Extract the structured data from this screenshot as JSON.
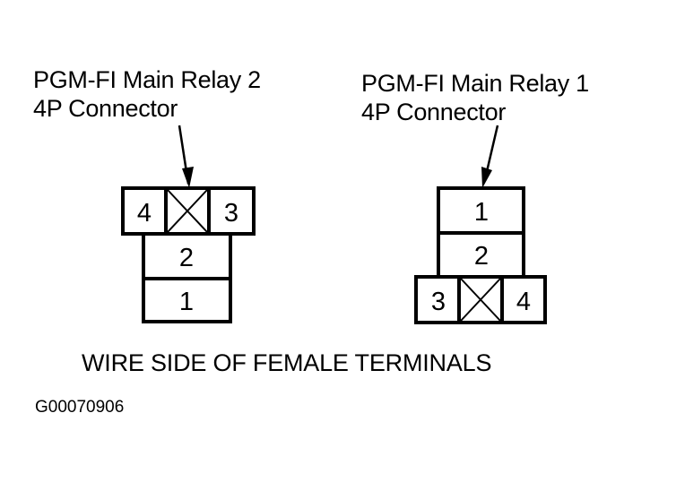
{
  "connectors": [
    {
      "id": "relay2",
      "title": "PGM-FI Main Relay 2",
      "subtitle": "4P Connector",
      "top_row": [
        "4",
        "X",
        "3"
      ],
      "column": [
        "2",
        "1"
      ]
    },
    {
      "id": "relay1",
      "title": "PGM-FI Main Relay 1",
      "subtitle": "4P Connector",
      "column": [
        "1",
        "2"
      ],
      "bottom_row": [
        "3",
        "X",
        "4"
      ]
    }
  ],
  "caption": "WIRE SIDE OF FEMALE TERMINALS",
  "figure_id": "G00070906"
}
